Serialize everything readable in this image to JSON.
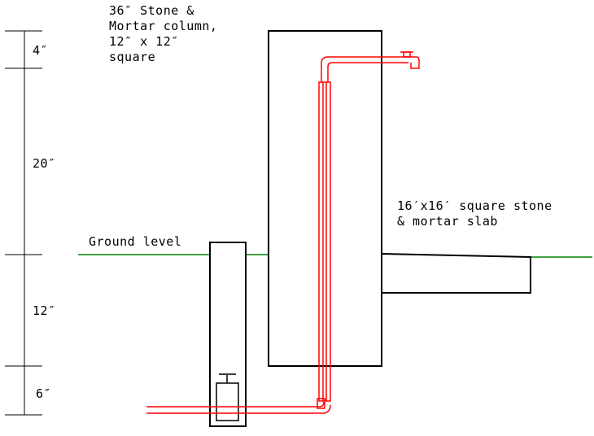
{
  "labels": {
    "column_line1": "36″ Stone &",
    "column_line2": "Mortar column,",
    "column_line3": "12″ x 12″",
    "column_line4": "square",
    "slab_line1": "16′x16′ square stone",
    "slab_line2": "& mortar slab",
    "ground": "Ground level"
  },
  "dimensions": {
    "top": "4″",
    "upper": "20″",
    "lower": "12″",
    "bottom": "6″"
  },
  "colors": {
    "ground_line": "#008000",
    "pipe": "#ff0000",
    "outline": "#000000"
  }
}
